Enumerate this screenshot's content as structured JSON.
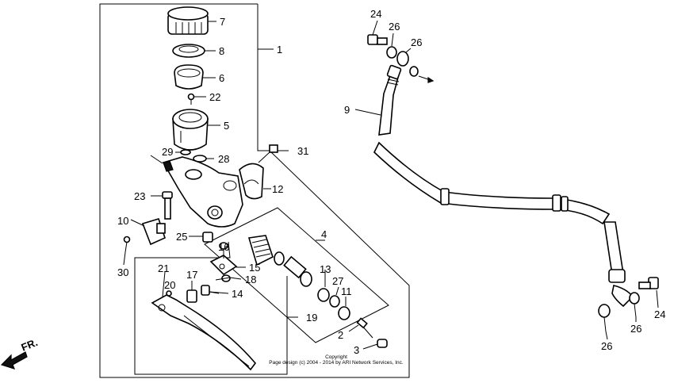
{
  "front_indicator": "FR.",
  "callouts": [
    {
      "id": "c7",
      "text": "7"
    },
    {
      "id": "c8",
      "text": "8"
    },
    {
      "id": "c6",
      "text": "6"
    },
    {
      "id": "c22",
      "text": "22"
    },
    {
      "id": "c5",
      "text": "5"
    },
    {
      "id": "c1",
      "text": "1"
    },
    {
      "id": "c29",
      "text": "29"
    },
    {
      "id": "c28",
      "text": "28"
    },
    {
      "id": "c31",
      "text": "31"
    },
    {
      "id": "c12",
      "text": "12"
    },
    {
      "id": "c23",
      "text": "23"
    },
    {
      "id": "c10",
      "text": "10"
    },
    {
      "id": "c25",
      "text": "25"
    },
    {
      "id": "c30",
      "text": "30"
    },
    {
      "id": "c4",
      "text": "4"
    },
    {
      "id": "c16",
      "text": "16"
    },
    {
      "id": "c15",
      "text": "15"
    },
    {
      "id": "c13",
      "text": "13"
    },
    {
      "id": "c27",
      "text": "27"
    },
    {
      "id": "c11",
      "text": "11"
    },
    {
      "id": "c21",
      "text": "21"
    },
    {
      "id": "c20",
      "text": "20"
    },
    {
      "id": "c17",
      "text": "17"
    },
    {
      "id": "c18",
      "text": "18"
    },
    {
      "id": "c14",
      "text": "14"
    },
    {
      "id": "c19",
      "text": "19"
    },
    {
      "id": "c2",
      "text": "2"
    },
    {
      "id": "c3",
      "text": "3"
    },
    {
      "id": "c24a",
      "text": "24"
    },
    {
      "id": "c26a",
      "text": "26"
    },
    {
      "id": "c26b",
      "text": "26"
    },
    {
      "id": "c9",
      "text": "9"
    },
    {
      "id": "c24b",
      "text": "24"
    },
    {
      "id": "c26c",
      "text": "26"
    },
    {
      "id": "c26d",
      "text": "26"
    }
  ],
  "copyright": {
    "line1": "Copyright",
    "line2": "Page design (c) 2004 - 2014 by ARI Network Services, Inc."
  }
}
